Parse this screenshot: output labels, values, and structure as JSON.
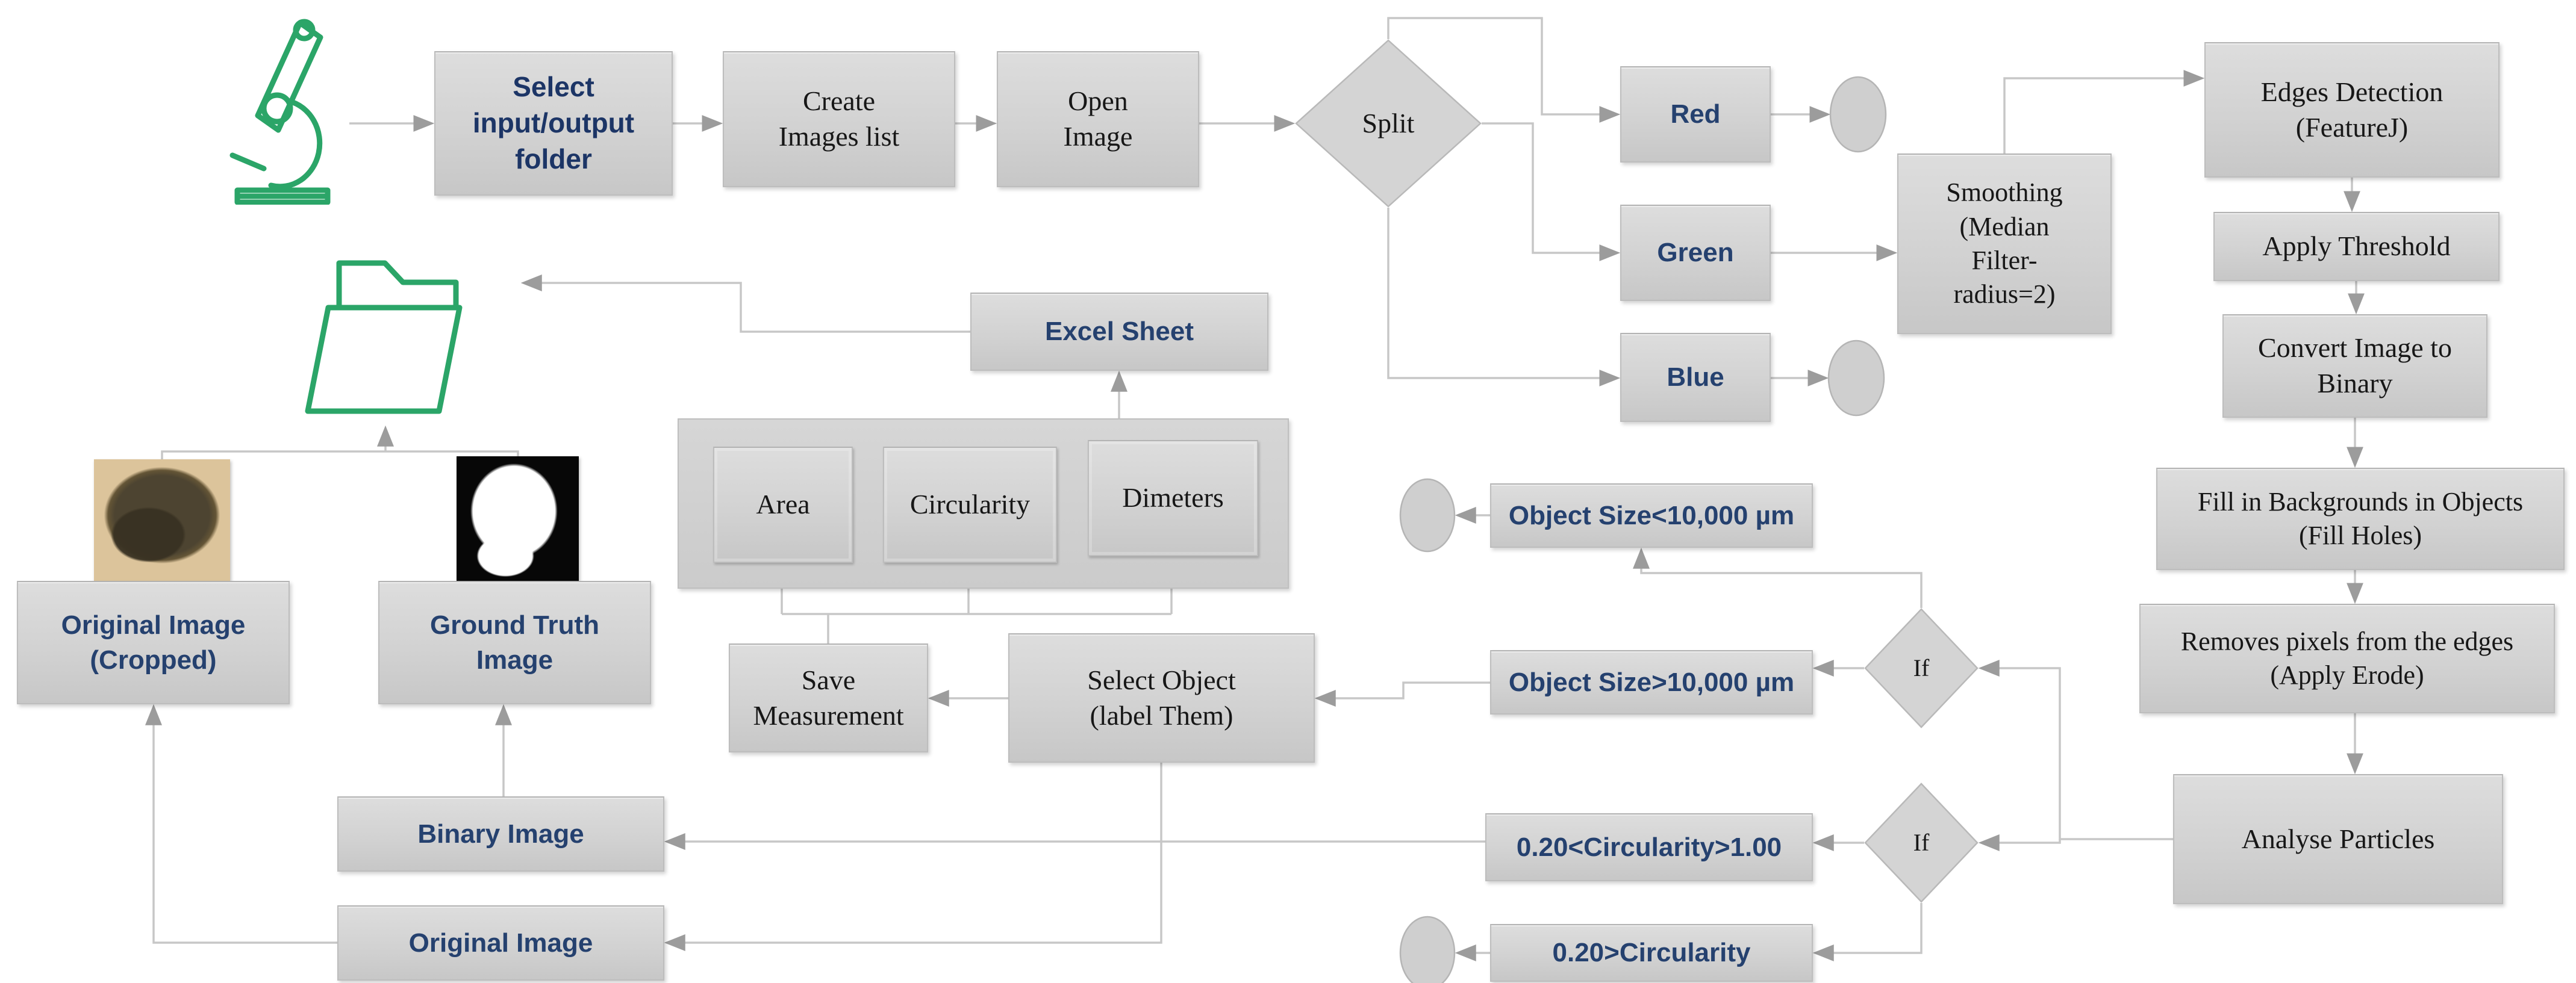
{
  "title": "Organoid image analysis pipeline flowchart",
  "palette": {
    "node_fill": "#d2d2d2",
    "node_border": "#bdbdbd",
    "navy_text": "#25416F",
    "black_text": "#171717",
    "wire_gray": "#c7c7c7",
    "arrow_gray": "#9c9c9c",
    "icon_green": "#2BA568",
    "thumb_tan": "#dcc49b",
    "thumb_black": "#070707"
  },
  "icons": {
    "microscope": "microscope-icon",
    "folder": "open-folder-icon"
  },
  "nodes": {
    "select_folder": {
      "lines": [
        "Select",
        "input/output",
        "folder"
      ]
    },
    "create_images": {
      "lines": [
        "Create",
        "Images list"
      ]
    },
    "open_image": {
      "lines": [
        "Open",
        "Image"
      ]
    },
    "split": {
      "label": "Split"
    },
    "red": {
      "label": "Red"
    },
    "green": {
      "label": "Green"
    },
    "blue": {
      "label": "Blue"
    },
    "smoothing": {
      "lines": [
        "Smoothing",
        "(Median",
        "Filter-",
        "radius=2)"
      ]
    },
    "edges_detection": {
      "lines": [
        "Edges Detection",
        "(FeatureJ)"
      ]
    },
    "apply_threshold": {
      "label": "Apply Threshold"
    },
    "convert_binary": {
      "lines": [
        "Convert Image to",
        "Binary"
      ]
    },
    "fill_holes": {
      "lines": [
        "Fill in Backgrounds in Objects",
        "(Fill Holes)"
      ]
    },
    "apply_erode": {
      "lines": [
        "Removes pixels from the edges",
        "(Apply Erode)"
      ]
    },
    "analyse_particles": {
      "label": "Analyse Particles"
    },
    "if_size": {
      "label": "If"
    },
    "if_circularity": {
      "label": "If"
    },
    "size_less": {
      "label": "Object Size<10,000 µm"
    },
    "size_greater": {
      "label": "Object Size>10,000 µm"
    },
    "circ_range": {
      "label": "0.20<Circularity>1.00"
    },
    "circ_below": {
      "label": "0.20>Circularity"
    },
    "excel_sheet": {
      "label": "Excel Sheet"
    },
    "area": {
      "label": "Area"
    },
    "circularity": {
      "label": "Circularity"
    },
    "dimeters": {
      "label": "Dimeters"
    },
    "save_measurement": {
      "lines": [
        "Save",
        "Measurement"
      ]
    },
    "select_object": {
      "lines": [
        "Select Object",
        "(label Them)"
      ]
    },
    "binary_image": {
      "label": "Binary Image"
    },
    "original_image": {
      "label": "Original Image"
    },
    "original_cropped": {
      "lines": [
        "Original Image",
        "(Cropped)"
      ]
    },
    "ground_truth": {
      "lines": [
        "Ground Truth",
        "Image"
      ]
    }
  }
}
